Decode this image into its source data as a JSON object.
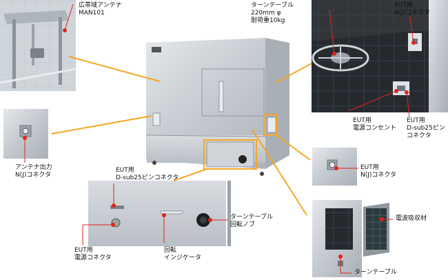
{
  "labels": {
    "wideband_antenna": "広帯域アンテナ\nMAN101",
    "turntable_spec": "ターンテーブル\n220mm φ\n耐荷重10kg",
    "eut_n_top": "EUT用\nN(J)コネクタ",
    "eut_power_outlet": "EUT用\n電源コンセント",
    "eut_dsub_top": "EUT用\nD-sub25ピン\nコネクタ",
    "antenna_output": "アンテナ出力\nN(J)コネクタ",
    "eut_n_right": "EUT用\nN(J)コネクタ",
    "eut_dsub_bottom": "EUT用\nD-sub25ピンコネクタ",
    "turntable_knob": "ターンテーブル\n回転ノブ",
    "eut_power_connector": "EUT用\n電源コネクタ",
    "rotation_indicator": "回転\nインジケータ",
    "rf_absorber": "電波吸収材",
    "turntable": "ターンテーブル"
  },
  "colors": {
    "callout_line": "#f5a623",
    "marker": "#e2231a",
    "steel": "#c9ced4",
    "dark_tile": "#2b3036"
  }
}
